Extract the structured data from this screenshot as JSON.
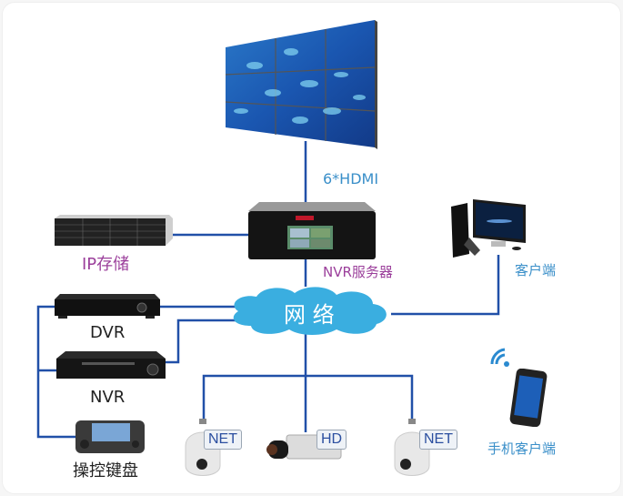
{
  "diagram": {
    "title": "",
    "video_wall": {
      "label": "6*HDMI"
    },
    "nvr_server": {
      "label": "NVR服务器"
    },
    "ip_storage": {
      "label": "IP存储"
    },
    "network": {
      "label": "网 络"
    },
    "client_pc": {
      "label": "客户端"
    },
    "dvr": {
      "label": "DVR"
    },
    "nvr": {
      "label": "NVR"
    },
    "keyboard": {
      "label": "操控键盘"
    },
    "cameras": [
      {
        "tag": "NET"
      },
      {
        "tag": "HD"
      },
      {
        "tag": "NET"
      }
    ],
    "mobile_client": {
      "label": "手机客户端"
    },
    "colors": {
      "wire": "#2150a8",
      "cloud": "#3aaee0",
      "label_blue": "#3a8fc9",
      "label_purple": "#9b3f9b"
    }
  }
}
